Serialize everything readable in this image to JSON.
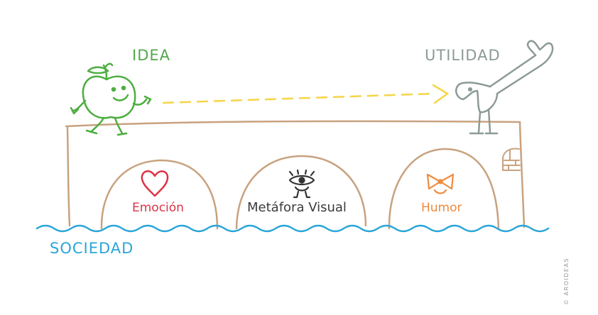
{
  "labels": {
    "idea": "IDEA",
    "utilidad": "UTILIDAD",
    "sociedad": "SOCIEDAD",
    "emocion": "Emoción",
    "metafora": "Metáfora Visual",
    "humor": "Humor",
    "copyright": "© AROIDEAS"
  },
  "colors": {
    "bridge": "#c8a27f",
    "water": "#2aa6d8",
    "apple": "#4cae3f",
    "arrow": "#f5d547",
    "wrench": "#8c9a96",
    "heart": "#dd3347",
    "eye": "#333333",
    "bowtie": "#f08a3c"
  },
  "icons": [
    "apple-character-icon",
    "wrench-character-icon",
    "heart-icon",
    "eye-character-icon",
    "bowtie-icon",
    "brick-window-icon"
  ]
}
